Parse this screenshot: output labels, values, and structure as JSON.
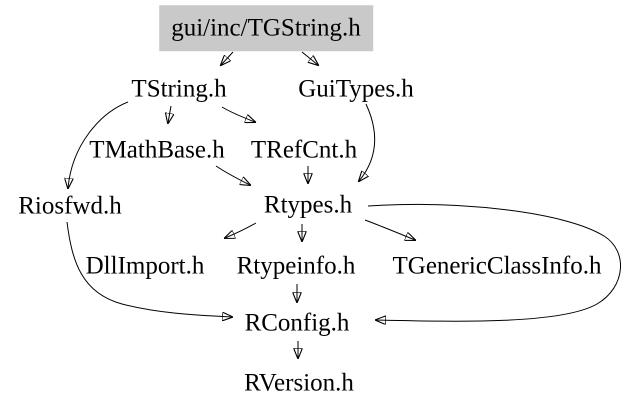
{
  "diagram": {
    "kind": "include-dependency-graph",
    "root_file": "gui/inc/TGString.h",
    "background_color": "#ffffff",
    "text_color": "#000000",
    "highlight_fill": "#c9c9c9",
    "edge_color": "#000000"
  },
  "nodes": [
    {
      "id": "tgstring",
      "label": "gui/inc/TGString.h",
      "highlighted": true
    },
    {
      "id": "tstring",
      "label": "TString.h",
      "highlighted": false
    },
    {
      "id": "guitypes",
      "label": "GuiTypes.h",
      "highlighted": false
    },
    {
      "id": "tmathbase",
      "label": "TMathBase.h",
      "highlighted": false
    },
    {
      "id": "trefcnt",
      "label": "TRefCnt.h",
      "highlighted": false
    },
    {
      "id": "riosfwd",
      "label": "Riosfwd.h",
      "highlighted": false
    },
    {
      "id": "rtypes",
      "label": "Rtypes.h",
      "highlighted": false
    },
    {
      "id": "dllimport",
      "label": "DllImport.h",
      "highlighted": false
    },
    {
      "id": "rtypeinfo",
      "label": "Rtypeinfo.h",
      "highlighted": false
    },
    {
      "id": "tgenericclassinfo",
      "label": "TGenericClassInfo.h",
      "highlighted": false
    },
    {
      "id": "rconfig",
      "label": "RConfig.h",
      "highlighted": false
    },
    {
      "id": "rversion",
      "label": "RVersion.h",
      "highlighted": false
    }
  ],
  "edges": [
    {
      "from": "gui/inc/TGString.h",
      "to": "TString.h"
    },
    {
      "from": "gui/inc/TGString.h",
      "to": "GuiTypes.h"
    },
    {
      "from": "TString.h",
      "to": "TMathBase.h"
    },
    {
      "from": "TString.h",
      "to": "TRefCnt.h"
    },
    {
      "from": "TString.h",
      "to": "Riosfwd.h"
    },
    {
      "from": "GuiTypes.h",
      "to": "Rtypes.h"
    },
    {
      "from": "TMathBase.h",
      "to": "Rtypes.h"
    },
    {
      "from": "TRefCnt.h",
      "to": "Rtypes.h"
    },
    {
      "from": "Riosfwd.h",
      "to": "RConfig.h"
    },
    {
      "from": "Rtypes.h",
      "to": "DllImport.h"
    },
    {
      "from": "Rtypes.h",
      "to": "Rtypeinfo.h"
    },
    {
      "from": "Rtypes.h",
      "to": "TGenericClassInfo.h"
    },
    {
      "from": "Rtypes.h",
      "to": "RConfig.h"
    },
    {
      "from": "Rtypeinfo.h",
      "to": "RConfig.h"
    },
    {
      "from": "RConfig.h",
      "to": "RVersion.h"
    }
  ]
}
